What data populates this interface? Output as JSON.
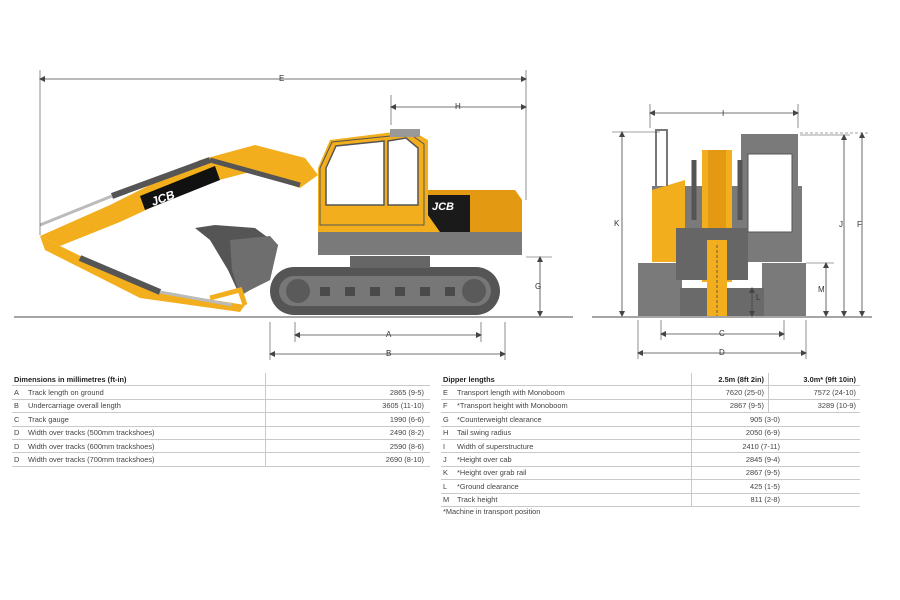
{
  "colors": {
    "body": "#f2ae1c",
    "body_dark": "#e39a12",
    "grey": "#7a7a7a",
    "dark_grey": "#585858",
    "track": "#505050",
    "line": "#444444"
  },
  "dimension_labels": {
    "A": "A",
    "B": "B",
    "C": "C",
    "D": "D",
    "E": "E",
    "F": "F",
    "G": "G",
    "H": "H",
    "I": "I",
    "J": "J",
    "K": "K",
    "L": "L",
    "M": "M"
  },
  "logo_text": "JCB",
  "left_table": {
    "header": "Dimensions in millimetres (ft-in)",
    "rows": [
      {
        "code": "A",
        "label": "Track length on ground",
        "value": "2865 (9-5)"
      },
      {
        "code": "B",
        "label": "Undercarriage overall length",
        "value": "3605 (11-10)"
      },
      {
        "code": "C",
        "label": "Track gauge",
        "value": "1990 (6-6)"
      },
      {
        "code": "D",
        "label": "Width over tracks (500mm trackshoes)",
        "value": "2490 (8-2)"
      },
      {
        "code": "D",
        "label": "Width over tracks (600mm trackshoes)",
        "value": "2590 (8-6)"
      },
      {
        "code": "D",
        "label": "Width over tracks (700mm trackshoes)",
        "value": "2690 (8-10)"
      }
    ]
  },
  "right_table": {
    "header": "Dipper lengths",
    "col1": "2.5m (8ft 2in)",
    "col2": "3.0m* (9ft 10in)",
    "rows": [
      {
        "code": "E",
        "label": "Transport length with Monoboom",
        "v1": "7620 (25-0)",
        "v2": "7572 (24-10)"
      },
      {
        "code": "F",
        "label": "*Transport height with Monoboom",
        "v1": "2867 (9-5)",
        "v2": "3289 (10-9)"
      },
      {
        "code": "G",
        "label": "*Counterweight clearance",
        "v": "905 (3-0)"
      },
      {
        "code": "H",
        "label": "Tail swing radius",
        "v": "2050 (6-9)"
      },
      {
        "code": "I",
        "label": "Width of superstructure",
        "v": "2410 (7-11)"
      },
      {
        "code": "J",
        "label": "*Height over cab",
        "v": "2845 (9-4)"
      },
      {
        "code": "K",
        "label": "*Height over grab rail",
        "v": "2867 (9-5)"
      },
      {
        "code": "L",
        "label": "*Ground clearance",
        "v": "425 (1-5)"
      },
      {
        "code": "M",
        "label": "Track height",
        "v": "811 (2-8)"
      }
    ]
  },
  "footnote": "*Machine in transport position"
}
